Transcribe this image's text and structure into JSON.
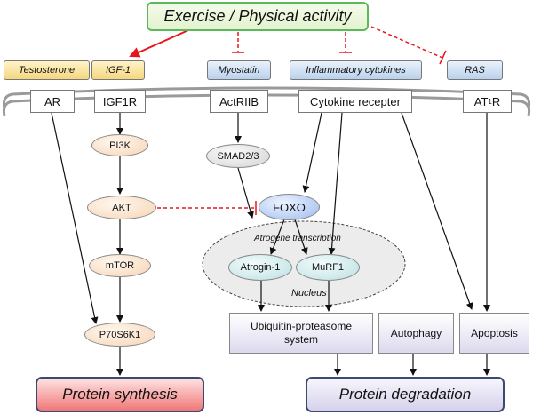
{
  "top": {
    "label": "Exercise / Physical activity"
  },
  "ligands": {
    "testosterone": "Testosterone",
    "igf1": "IGF-1",
    "myostatin": "Myostatin",
    "cytokines": "Inflammatory cytokines",
    "ras": "RAS"
  },
  "receptors": {
    "ar": "AR",
    "igf1r": "IGF1R",
    "actriib": "ActRIIB",
    "cytokine": "Cytokine recepter",
    "at1r_main": "AT",
    "at1r_sub": "1",
    "at1r_end": "R"
  },
  "pathway": {
    "pi3k": "PI3K",
    "akt": "AKT",
    "mtor": "mTOR",
    "p70s6k1": "P70S6K1",
    "smad": "SMAD2/3",
    "foxo": "FOXO",
    "atrogin": "Atrogin-1",
    "murf": "MuRF1"
  },
  "nucleus": {
    "transcription_label": "Atrogene transcription",
    "nucleus_label": "Nucleus"
  },
  "processes": {
    "ups": "Ubiquitin-proteasome system",
    "autophagy": "Autophagy",
    "apoptosis": "Apoptosis"
  },
  "outcomes": {
    "synthesis": "Protein synthesis",
    "degradation": "Protein degradation"
  },
  "colors": {
    "activation_arrow": "#e8161b",
    "inhibition_line": "#e8161b",
    "arrow": "#111111",
    "membrane": "#9a9a9a"
  }
}
